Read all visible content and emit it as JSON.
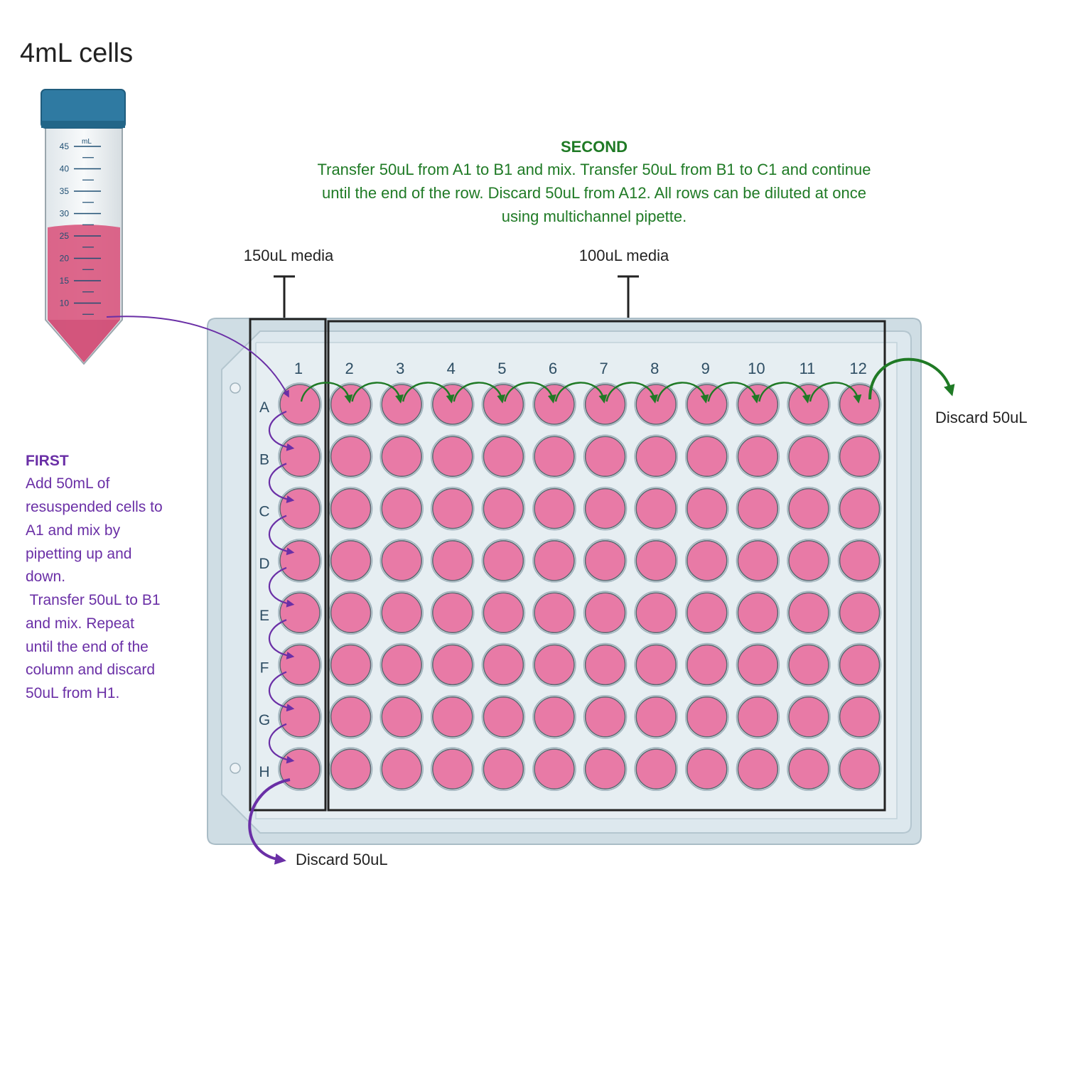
{
  "title": "4mL cells",
  "tube": {
    "unit": "mL",
    "graduations": [
      "45",
      "40",
      "35",
      "30",
      "25",
      "20",
      "15",
      "10"
    ],
    "cap_color": "#2f7aa2",
    "liquid_color": "#d9577e"
  },
  "second_step": {
    "heading": "SECOND",
    "lines": [
      "Transfer 50uL from A1 to B1 and mix. Transfer 50uL from B1 to C1 and continue",
      "until the end of the row. Discard 50uL from A12. All rows can be diluted at once",
      "using multichannel pipette."
    ],
    "color": "#1f7a25"
  },
  "first_step": {
    "heading": "FIRST",
    "lines": [
      "Add 50mL of",
      "resuspended cells to",
      "A1 and mix by",
      "pipetting up and",
      "down.",
      " Transfer 50uL to B1",
      "and mix. Repeat",
      "until the end of the",
      "column and discard",
      "50uL from H1."
    ],
    "color": "#6a2fa6"
  },
  "media_labels": {
    "column1": "150uL media",
    "columns2_12": "100uL media"
  },
  "discard_labels": {
    "row_end": "Discard 50uL",
    "column_end": "Discard 50uL"
  },
  "plate": {
    "columns": [
      "1",
      "2",
      "3",
      "4",
      "5",
      "6",
      "7",
      "8",
      "9",
      "10",
      "11",
      "12"
    ],
    "rows": [
      "A",
      "B",
      "C",
      "D",
      "E",
      "F",
      "G",
      "H"
    ],
    "well_color": "#e87aa6",
    "plate_color": "#dde8ee"
  }
}
